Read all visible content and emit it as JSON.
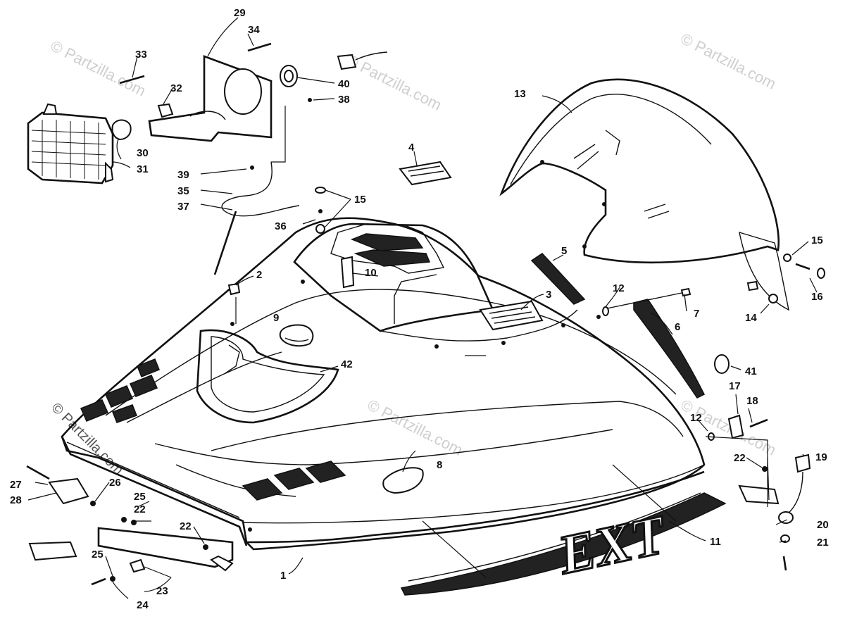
{
  "watermark": {
    "text": "© Partzilla.com",
    "color": "#cfcfcf"
  },
  "decal": {
    "text": "EXT"
  },
  "callouts": [
    "1",
    "2",
    "3",
    "4",
    "5",
    "6",
    "7",
    "8",
    "9",
    "10",
    "11",
    "12",
    "12",
    "13",
    "14",
    "15",
    "15",
    "16",
    "17",
    "18",
    "19",
    "20",
    "21",
    "22",
    "22",
    "22",
    "23",
    "24",
    "25",
    "25",
    "26",
    "27",
    "28",
    "29",
    "30",
    "31",
    "32",
    "33",
    "34",
    "35",
    "36",
    "37",
    "38",
    "39",
    "40",
    "41",
    "42"
  ]
}
